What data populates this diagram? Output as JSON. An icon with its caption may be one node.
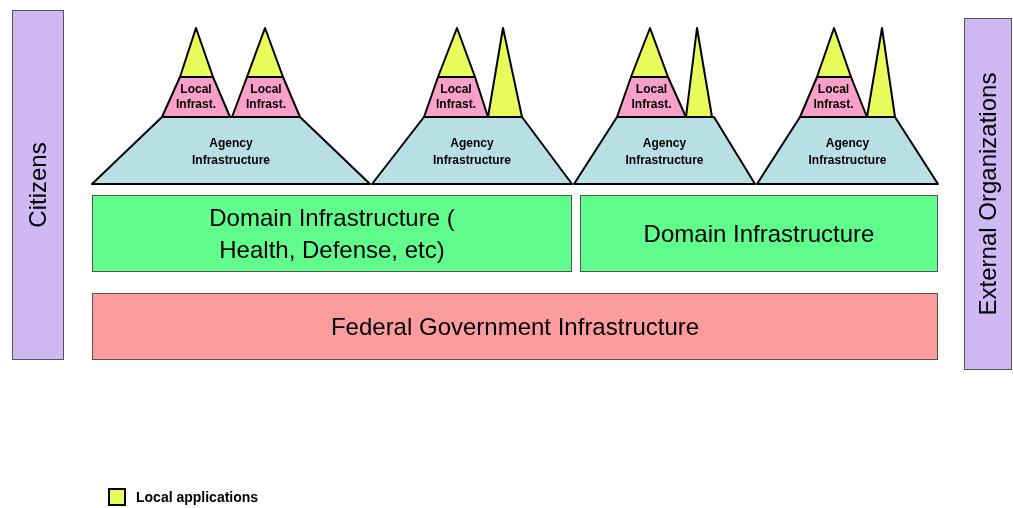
{
  "diagram": {
    "nodes": [
      {
        "text": [
          "Citizens"
        ]
      },
      {
        "text": [],
        "shape": "triangle"
      },
      {
        "text": [],
        "shape": "triangle"
      },
      {
        "text": [],
        "shape": "triangle"
      },
      {
        "text": [],
        "shape": "triangle"
      },
      {
        "text": [],
        "shape": "triangle"
      },
      {
        "text": [],
        "shape": "triangle"
      },
      {
        "text": [],
        "shape": "triangle"
      },
      {
        "text": [],
        "shape": "triangle"
      },
      {
        "text": [
          "Local Infrast."
        ]
      },
      {
        "text": [
          "Local Infrast."
        ]
      },
      {
        "text": [
          "Local Infrast."
        ]
      },
      {
        "text": [
          "Local Infrast."
        ]
      },
      {
        "text": [
          "Local Infrast."
        ]
      },
      {
        "text": [
          "Agency Infrastructure"
        ]
      },
      {
        "text": [
          "Agency Infrastructure"
        ]
      },
      {
        "text": [
          "Agency Infrastructure"
        ]
      },
      {
        "text": [
          "Agency Infrastructure"
        ]
      },
      {
        "text": [
          "Domain Infrastructure ( Health, Defense, etc)"
        ]
      },
      {
        "text": [
          "Domain Infrastructure"
        ]
      },
      {
        "text": [
          "Federal Government Infrastructure"
        ]
      },
      {
        "text": [
          "External Organizations"
        ]
      }
    ],
    "edges": [],
    "legend": [
      {
        "text": "Local applications",
        "color": "#e8fc5c"
      }
    ]
  }
}
